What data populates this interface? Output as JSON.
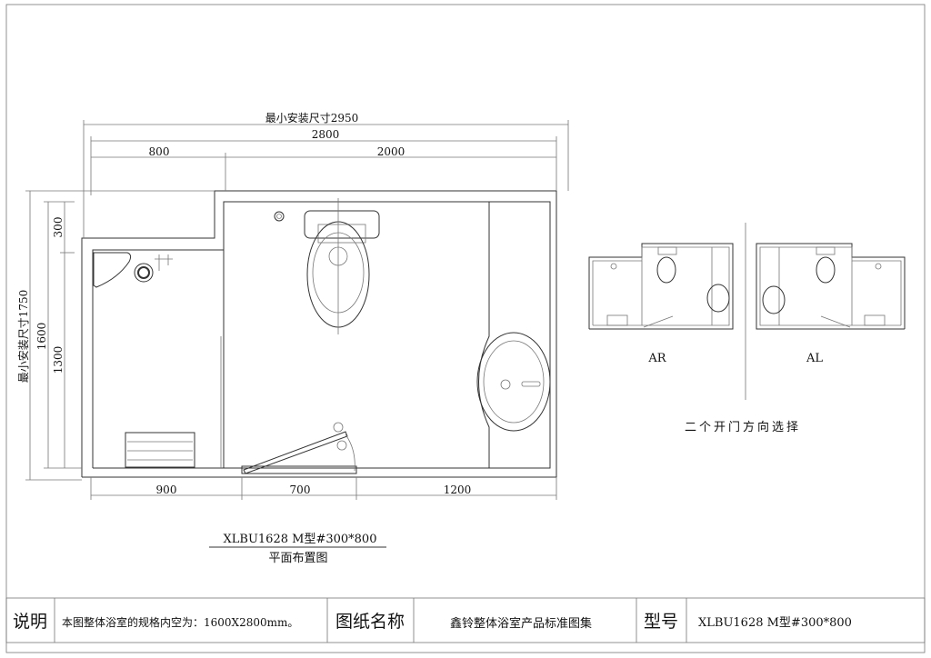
{
  "plan": {
    "dim_min_install_width": "最小安装尺寸2950",
    "dim_total_width": "2800",
    "dim_top_left": "800",
    "dim_top_right": "2000",
    "dim_min_install_depth": "最小安装尺寸1750",
    "dim_depth": "1600",
    "dim_depth_top": "300",
    "dim_depth_main": "1300",
    "dim_bottom_left": "900",
    "dim_bottom_door": "700",
    "dim_bottom_right": "1200",
    "model_label": "XLBU1628 M型#300*800",
    "caption": "平面布置图"
  },
  "variants": {
    "ar_label": "AR",
    "al_label": "AL",
    "caption": "二个开门方向选择"
  },
  "title_block": {
    "note_label": "说明",
    "note_text": "本图整体浴室的规格内空为：1600X2800mm。",
    "drawing_name_label": "图纸名称",
    "drawing_name": "鑫铃整体浴室产品标准图集",
    "model_no_label": "型号",
    "model_no": "XLBU1628 M型#300*800"
  }
}
